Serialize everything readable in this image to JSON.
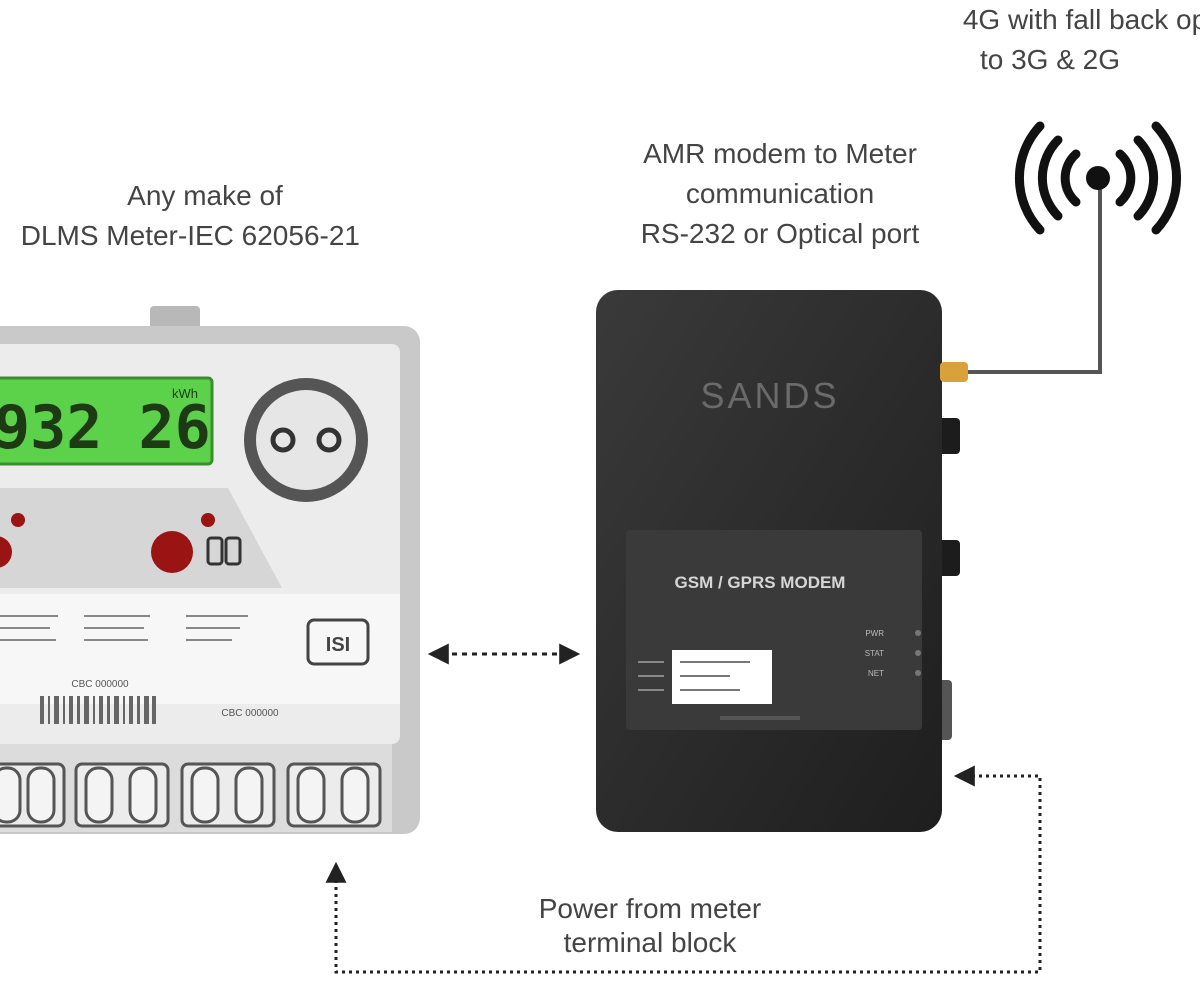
{
  "captions": {
    "network": [
      "4G with fall back op",
      "to 3G & 2G"
    ],
    "meter": [
      "Any make of",
      "DLMS Meter-IEC 62056-21"
    ],
    "modem_comm": [
      "AMR modem to Meter",
      "communication",
      "RS-232 or Optical port"
    ],
    "power": [
      "Power from meter",
      "terminal block"
    ]
  },
  "meter": {
    "display_reading": "932 26",
    "display_unit": "kWh",
    "brand_mark": "ISI",
    "label_text_1": "CBC 000000",
    "label_text_2": "CBC 000000"
  },
  "modem": {
    "brand": "SANDS",
    "title": "GSM / GPRS MODEM",
    "leds": [
      "PWR",
      "STAT",
      "NET"
    ]
  },
  "icons": {
    "antenna": "wireless-signal-icon"
  },
  "colors": {
    "lcd": "#5cd24a",
    "meter_body": "#ececec",
    "modem_body": "#2a2a2a",
    "line": "#555555",
    "connector": "#d9a13a",
    "indicator": "#9b1414"
  }
}
